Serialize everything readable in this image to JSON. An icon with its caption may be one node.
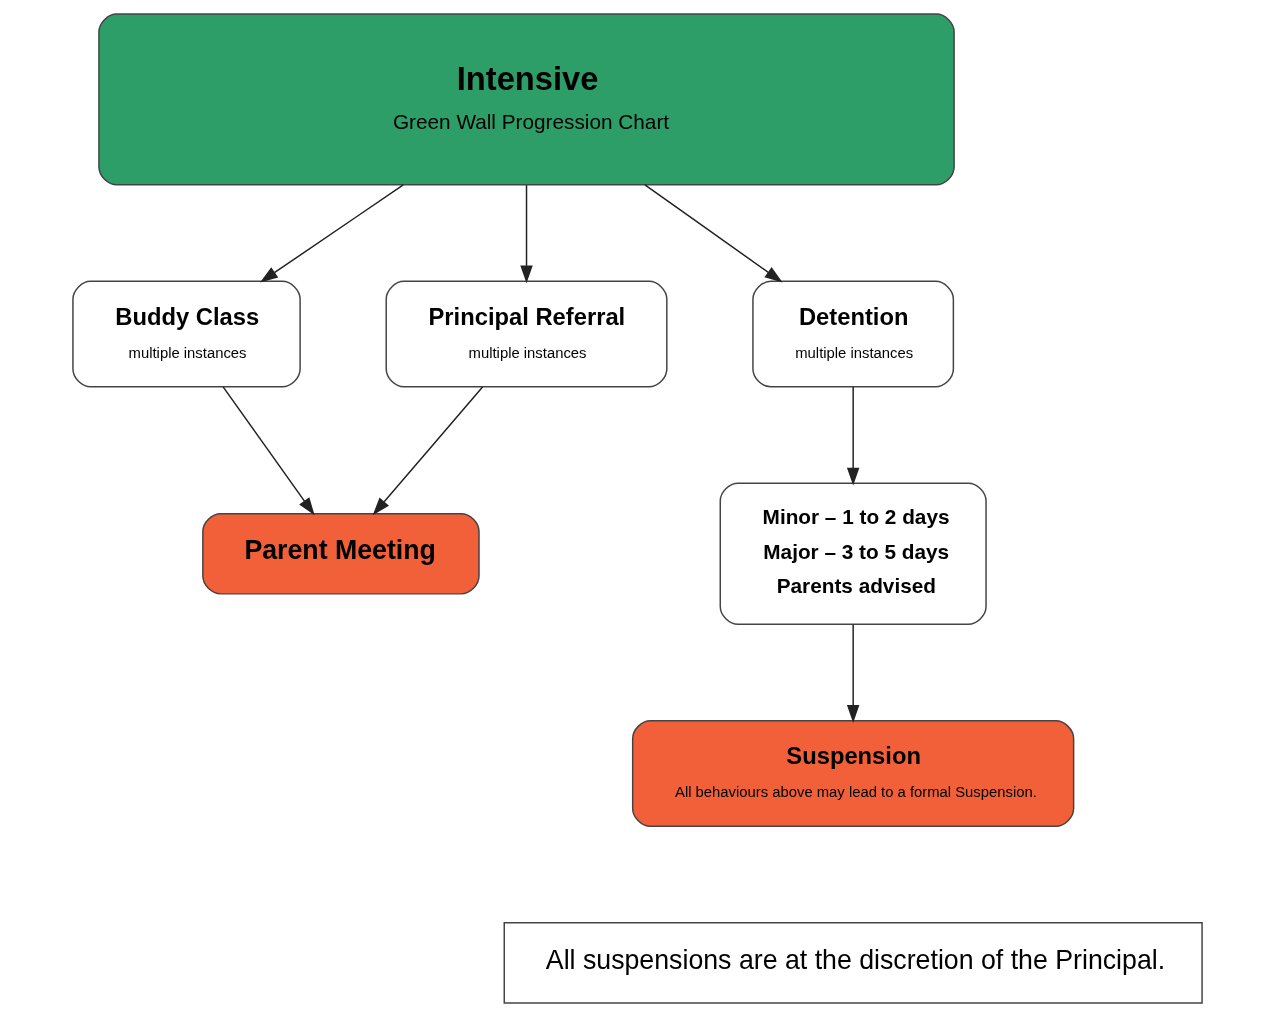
{
  "diagram": {
    "nodes": [
      {
        "text": [
          "Intensive",
          "Green Wall Progression Chart"
        ]
      },
      {
        "text": [
          "Buddy Class",
          "multiple instances"
        ]
      },
      {
        "text": [
          "Principal Referral",
          "multiple instances"
        ]
      },
      {
        "text": [
          "Detention",
          "multiple instances"
        ]
      },
      {
        "text": [
          "Parent Meeting"
        ]
      },
      {
        "text": [
          "Minor – 1 to 2 days",
          "Major – 3 to 5 days",
          "Parents advised"
        ]
      },
      {
        "text": [
          "Suspension",
          "All behaviours above may lead to a formal Suspension."
        ]
      },
      {
        "text": [
          "All suspensions are at the discretion of the Principal."
        ]
      }
    ],
    "edges": [
      {
        "from": 0,
        "to": 1,
        "arrow": "to"
      },
      {
        "from": 0,
        "to": 2,
        "arrow": "to"
      },
      {
        "from": 0,
        "to": 3,
        "arrow": "to"
      },
      {
        "from": 1,
        "to": 4,
        "arrow": "to"
      },
      {
        "from": 2,
        "to": 4,
        "arrow": "to"
      },
      {
        "from": 3,
        "to": 5,
        "arrow": "to"
      },
      {
        "from": 5,
        "to": 6,
        "arrow": "to"
      }
    ]
  }
}
